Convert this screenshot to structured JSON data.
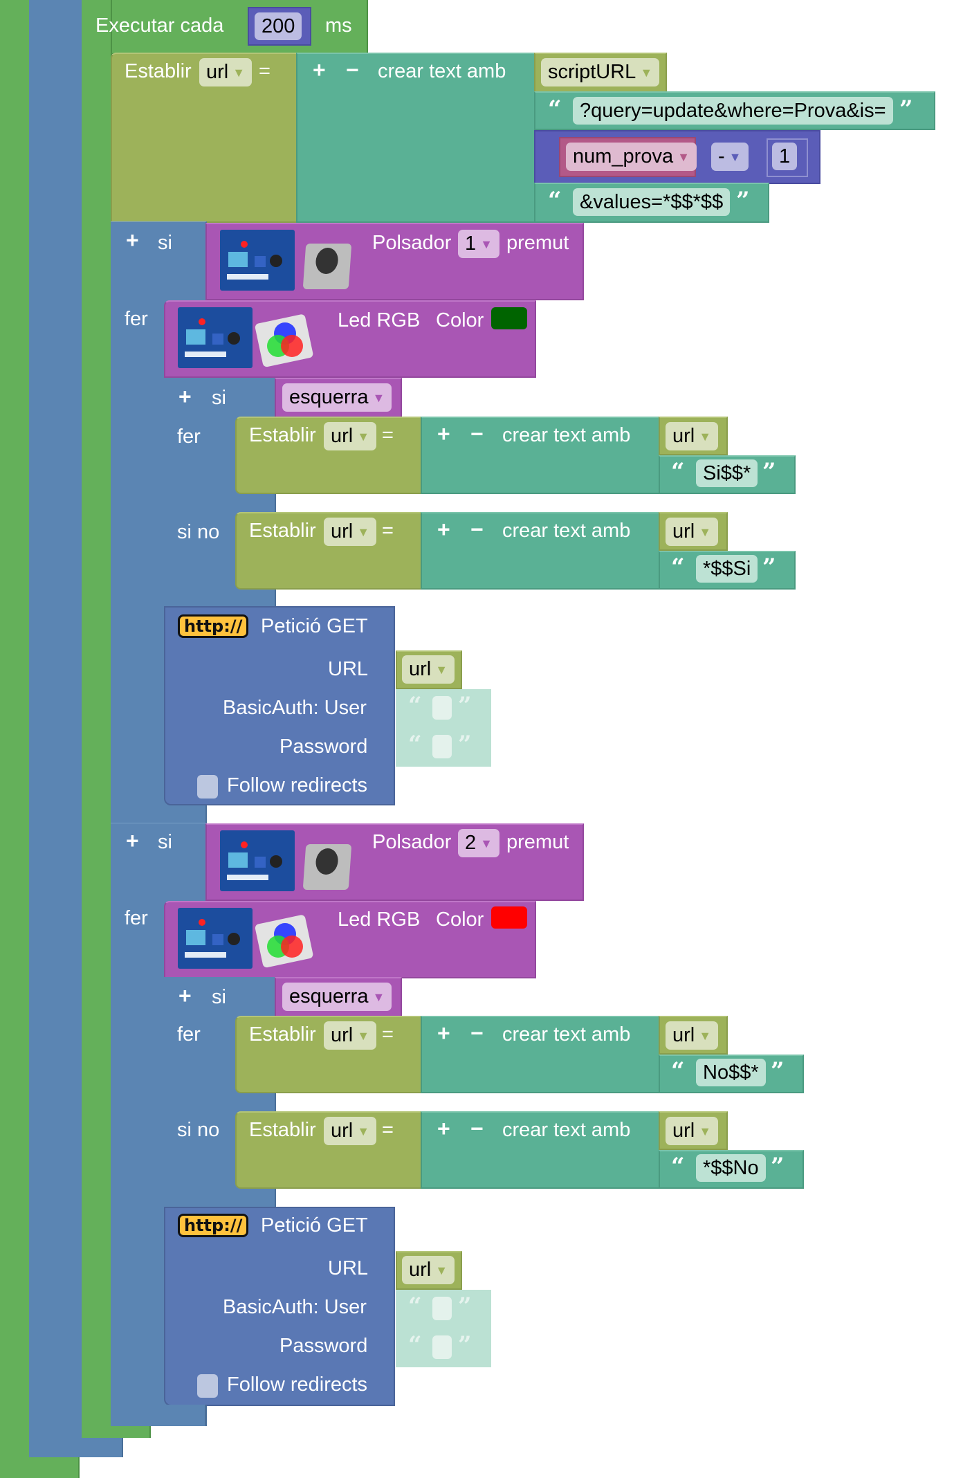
{
  "loop": {
    "label": "Executar cada",
    "interval": "200",
    "unit": "ms"
  },
  "set_script_url": {
    "label": "Establir",
    "variable": "url",
    "equals": "=",
    "join_label": "crear text amb",
    "parts": {
      "script_var": "scriptURL",
      "query_text": "?query=update&where=Prova&is=",
      "math_var": "num_prova",
      "math_op": "-",
      "math_value": "1",
      "values_text": "&values=*$$*$$"
    }
  },
  "branches": [
    {
      "if_label": "si",
      "do_label": "fer",
      "button": {
        "label": "Polsador",
        "number": "1",
        "suffix": "premut"
      },
      "led": {
        "label": "Led RGB",
        "color_label": "Color",
        "color": "#006400"
      },
      "inner_if": {
        "if_label": "si",
        "condition": "esquerra",
        "do_label": "fer",
        "else_label": "si no",
        "do_set": {
          "label": "Establir",
          "variable": "url",
          "equals": "=",
          "join_label": "crear text amb",
          "var_part": "url",
          "text_part": "Si$$*"
        },
        "else_set": {
          "label": "Establir",
          "variable": "url",
          "equals": "=",
          "join_label": "crear text amb",
          "var_part": "url",
          "text_part": "*$$Si"
        }
      },
      "get": {
        "badge": "http://",
        "title": "Petició GET",
        "url_label": "URL",
        "url_var": "url",
        "user_label": "BasicAuth: User",
        "user_value": "",
        "password_label": "Password",
        "password_value": "",
        "follow_label": "Follow redirects",
        "follow_checked": false
      }
    },
    {
      "if_label": "si",
      "do_label": "fer",
      "button": {
        "label": "Polsador",
        "number": "2",
        "suffix": "premut"
      },
      "led": {
        "label": "Led RGB",
        "color_label": "Color",
        "color": "#ff0000"
      },
      "inner_if": {
        "if_label": "si",
        "condition": "esquerra",
        "do_label": "fer",
        "else_label": "si no",
        "do_set": {
          "label": "Establir",
          "variable": "url",
          "equals": "=",
          "join_label": "crear text amb",
          "var_part": "url",
          "text_part": "No$$*"
        },
        "else_set": {
          "label": "Establir",
          "variable": "url",
          "equals": "=",
          "join_label": "crear text amb",
          "var_part": "url",
          "text_part": "*$$No"
        }
      },
      "get": {
        "badge": "http://",
        "title": "Petició GET",
        "url_label": "URL",
        "url_var": "url",
        "user_label": "BasicAuth: User",
        "user_value": "",
        "password_label": "Password",
        "password_value": "",
        "follow_label": "Follow redirects",
        "follow_checked": false
      }
    }
  ],
  "icons": {
    "plus": "+",
    "minus": "−",
    "open_quote": "“",
    "close_quote": "”",
    "dropdown": "▼"
  }
}
